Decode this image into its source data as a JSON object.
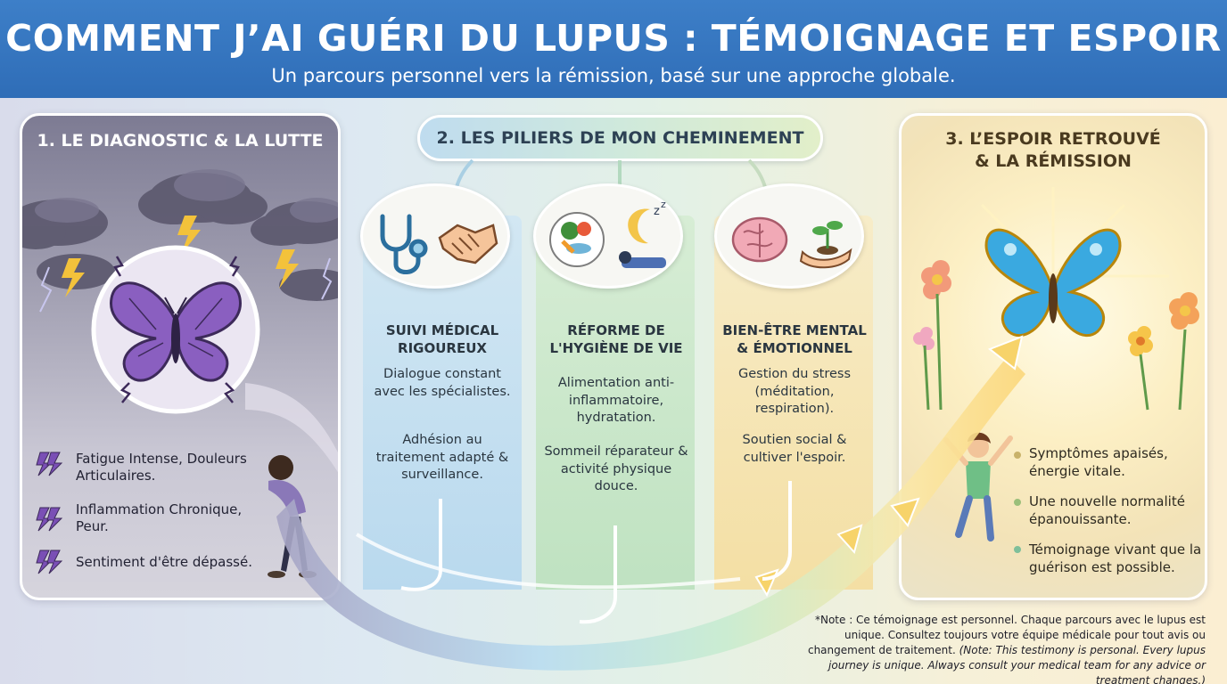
{
  "header": {
    "title": "COMMENT J’AI GUÉRI DU LUPUS : TÉMOIGNAGE ET ESPOIR",
    "subtitle": "Un parcours personnel vers la rémission, basé sur une approche globale."
  },
  "stage1": {
    "title": "1. LE DIAGNOSTIC & LA LUTTE",
    "symptoms": [
      "Fatigue Intense, Douleurs Articulaires.",
      "Inflammation Chronique, Peur.",
      "Sentiment d'être dépassé."
    ]
  },
  "stage2": {
    "title": "2. LES PILIERS DE MON CHEMINEMENT",
    "pillars": [
      {
        "title": "SUIVI MÉDICAL RIGOUREUX",
        "text1": "Dialogue constant avec les spécialistes.",
        "text2": "Adhésion au traitement adapté & surveillance."
      },
      {
        "title": "RÉFORME DE L'HYGIÈNE DE VIE",
        "text1": "Alimentation anti-inflammatoire, hydratation.",
        "text2": "Sommeil réparateur & activité physique douce."
      },
      {
        "title": "BIEN-ÊTRE MENTAL & ÉMOTIONNEL",
        "text1": "Gestion du stress (méditation, respiration).",
        "text2": "Soutien social & cultiver l'espoir."
      }
    ]
  },
  "stage3": {
    "title_line1": "3. L’ESPOIR RETROUVÉ",
    "title_line2": "& LA RÉMISSION",
    "outcomes": [
      "Symptômes apaisés, énergie vitale.",
      "Une nouvelle normalité épanouissante.",
      "Témoignage vivant que la guérison est possible."
    ]
  },
  "footnote": {
    "fr": "*Note : Ce témoignage est personnel. Chaque parcours avec le lupus est unique. Consultez toujours votre équipe médicale pour tout avis ou changement de traitement.",
    "en": "(Note: This testimony is personal. Every lupus journey is unique. Always consult your medical team for any advice or treatment changes.)"
  },
  "colors": {
    "header_blue": "#2f6db7",
    "struggle_purple": "#8a5fc0",
    "hope_gold": "#f4c64a",
    "butterfly_blue": "#3aa9e0"
  },
  "icons": [
    "storm-cloud-icon",
    "lightning-icon",
    "butterfly-icon",
    "stethoscope-icon",
    "handshake-icon",
    "healthy-food-icon",
    "sleep-moon-icon",
    "brain-icon",
    "plant-in-hand-icon",
    "flower-icon",
    "arrow-icon"
  ]
}
